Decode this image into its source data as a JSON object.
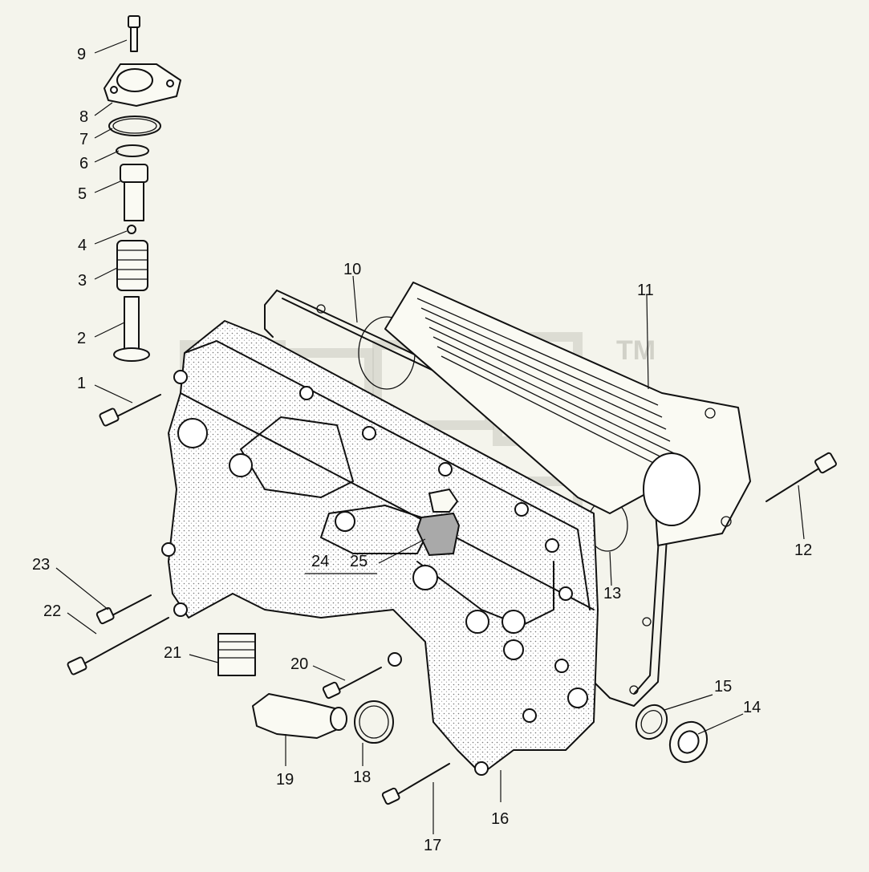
{
  "watermark": {
    "mark": "TM"
  },
  "callouts": [
    {
      "id": "1",
      "label": "1"
    },
    {
      "id": "2",
      "label": "2"
    },
    {
      "id": "3",
      "label": "3"
    },
    {
      "id": "4",
      "label": "4"
    },
    {
      "id": "5",
      "label": "5"
    },
    {
      "id": "6",
      "label": "6"
    },
    {
      "id": "7",
      "label": "7"
    },
    {
      "id": "8",
      "label": "8"
    },
    {
      "id": "9",
      "label": "9"
    },
    {
      "id": "10",
      "label": "10"
    },
    {
      "id": "11",
      "label": "11"
    },
    {
      "id": "12",
      "label": "12"
    },
    {
      "id": "13",
      "label": "13"
    },
    {
      "id": "14",
      "label": "14"
    },
    {
      "id": "15",
      "label": "15"
    },
    {
      "id": "16",
      "label": "16"
    },
    {
      "id": "17",
      "label": "17"
    },
    {
      "id": "18",
      "label": "18"
    },
    {
      "id": "19",
      "label": "19"
    },
    {
      "id": "20",
      "label": "20"
    },
    {
      "id": "21",
      "label": "21"
    },
    {
      "id": "22",
      "label": "22"
    },
    {
      "id": "23",
      "label": "23"
    },
    {
      "id": "24",
      "label": "24"
    },
    {
      "id": "25",
      "label": "25"
    }
  ]
}
